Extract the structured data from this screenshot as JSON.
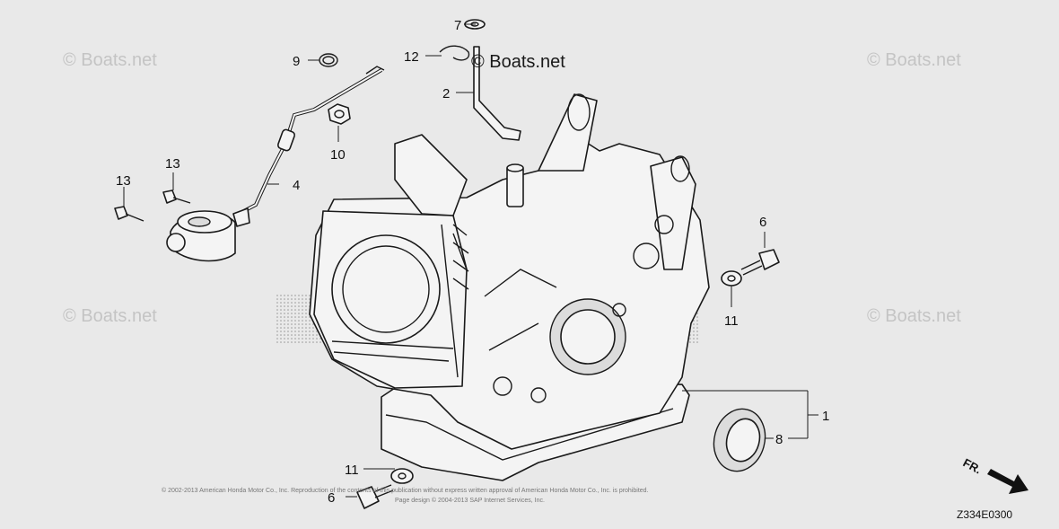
{
  "watermarks": {
    "top_left": "© Boats.net",
    "top_right": "© Boats.net",
    "mid_left": "© Boats.net",
    "mid_right": "© Boats.net",
    "center": "© Boats.net"
  },
  "callouts": {
    "c1": "1",
    "c2": "2",
    "c4": "4",
    "c6a": "6",
    "c6b": "6",
    "c7": "7",
    "c8": "8",
    "c9": "9",
    "c10": "10",
    "c11a": "11",
    "c11b": "11",
    "c12": "12",
    "c13a": "13",
    "c13b": "13"
  },
  "copyright_line1": "© 2002-2013 American Honda Motor Co., Inc. Reproduction of the contents of this publication without express written approval of American Honda Motor Co., Inc. is prohibited.",
  "copyright_line2": "Page design © 2004-2013 SAP Internet Services, Inc.",
  "direction_label": "FR.",
  "diagram_code": "Z334E0300"
}
